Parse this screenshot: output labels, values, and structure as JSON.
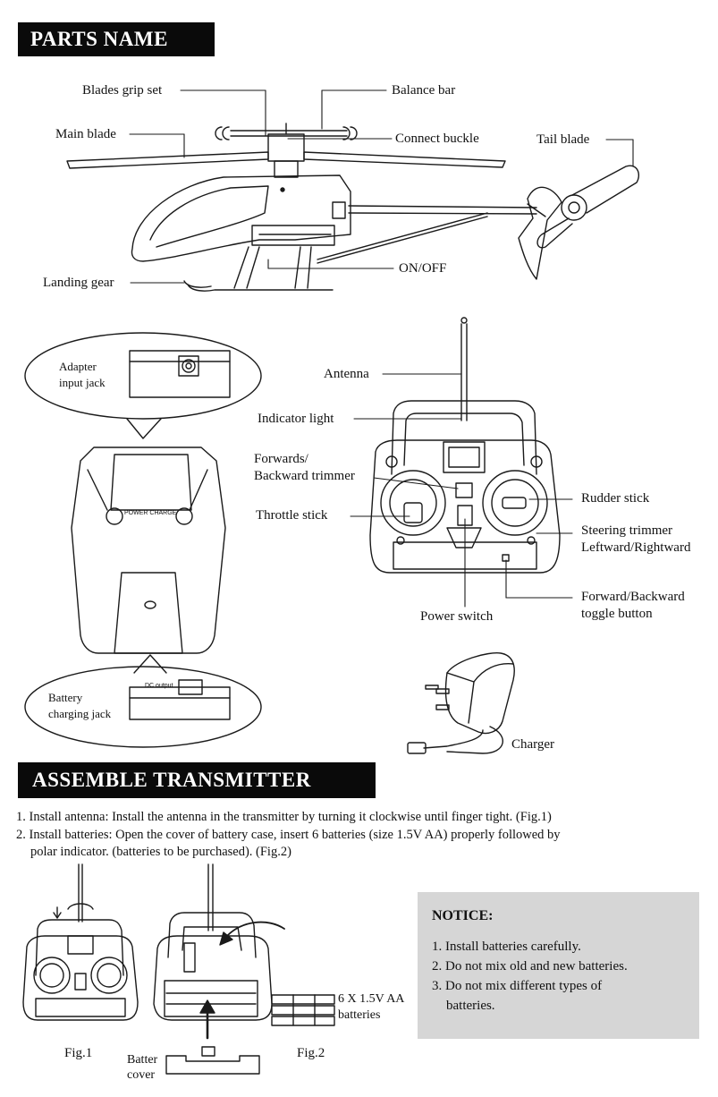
{
  "sections": {
    "parts_name": "PARTS NAME",
    "assemble": "ASSEMBLE TRANSMITTER"
  },
  "parts": {
    "blades_grip_set": "Blades grip set",
    "balance_bar": "Balance bar",
    "main_blade": "Main blade",
    "connect_buckle": "Connect buckle",
    "tail_blade": "Tail blade",
    "landing_gear": "Landing gear",
    "on_off": "ON/OFF"
  },
  "charger_box": {
    "adapter_line1": "Adapter",
    "adapter_line2": "input jack",
    "battery_line1": "Battery",
    "battery_line2": "charging jack",
    "face_text": "POWER   CHARGE",
    "jack_text": "DC output"
  },
  "transmitter": {
    "antenna": "Antenna",
    "indicator_light": "Indicator light",
    "fb_trimmer_1": "Forwards/",
    "fb_trimmer_2": "Backward trimmer",
    "rudder_stick": "Rudder stick",
    "throttle_stick": "Throttle stick",
    "steering_1": "Steering trimmer",
    "steering_2": "Leftward/Rightward",
    "toggle_1": "Forward/Backward",
    "toggle_2": "toggle button",
    "power_switch": "Power switch"
  },
  "charger": "Charger",
  "steps": [
    "1. Install antenna: Install the antenna in the transmitter by turning it clockwise until finger tight. (Fig.1)",
    "2. Install batteries: Open the cover of battery case, insert 6 batteries (size 1.5V AA) properly followed by",
    "polar indicator. (batteries to be purchased). (Fig.2)"
  ],
  "figures": {
    "fig1": "Fig.1",
    "fig2": "Fig.2",
    "batteries_1": "6 X 1.5V AA",
    "batteries_2": "batteries",
    "cover_1": "Batter",
    "cover_2": "cover"
  },
  "notice": {
    "title": "NOTICE:",
    "items": [
      "1. Install batteries carefully.",
      "2. Do not mix old and new batteries.",
      "3. Do not mix different types of",
      "batteries."
    ]
  }
}
